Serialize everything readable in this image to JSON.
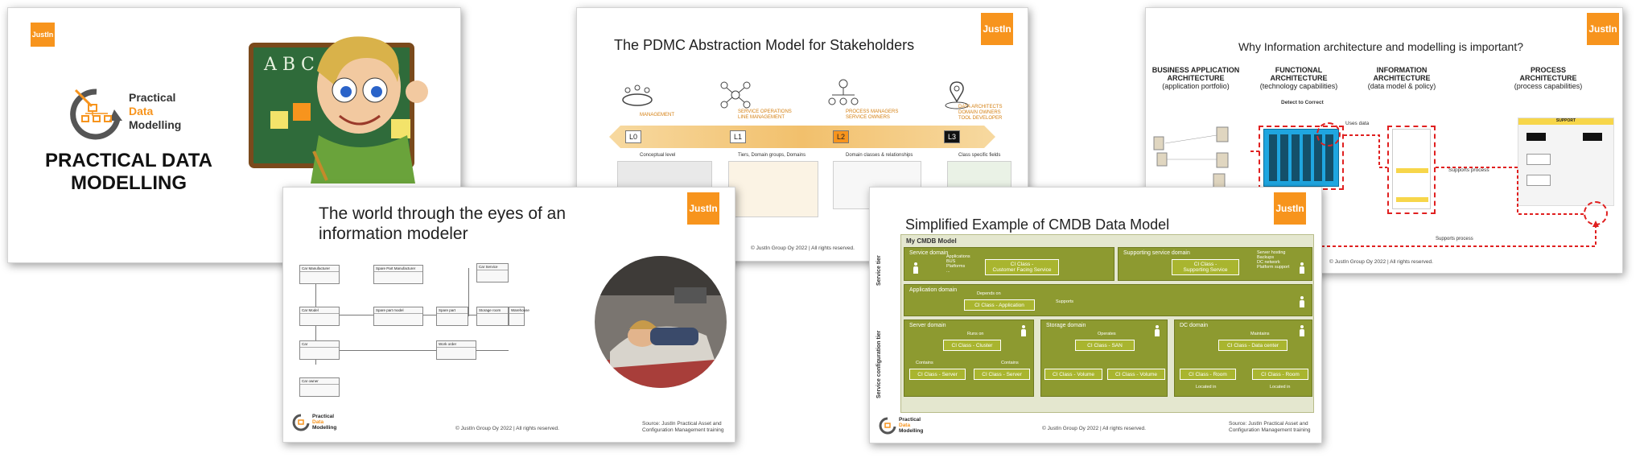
{
  "brand": {
    "logo_text": "JustIn",
    "accent": "#f7941d",
    "green": "#8d9a30"
  },
  "slide1": {
    "logo_lines": [
      "Practical",
      "Data",
      "Modelling"
    ],
    "title_lines": [
      "PRACTICAL DATA",
      "MODELLING"
    ],
    "illustration_letters": "A B C"
  },
  "slide2": {
    "title": "The PDMC Abstraction Model for Stakeholders",
    "levels": [
      {
        "label": "L0",
        "role": "MANAGEMENT",
        "desc": "Conceptual level"
      },
      {
        "label": "L1",
        "role": "SERVICE OPERATIONS\nLINE MANAGEMENT",
        "desc": "Tiers, Domain groups, Domains"
      },
      {
        "label": "L2",
        "role": "PROCESS MANAGERS\nSERVICE OWNERS",
        "desc": "Domain classes & relationships"
      },
      {
        "label": "L3",
        "role": "DATA ARCHITECTS\nDOMAIN OWNERS\nTOOL DEVELOPER",
        "desc": "Class specific fields"
      }
    ],
    "footer": "© JustIn Group Oy 2022 | All rights reserved."
  },
  "slide3": {
    "title": "Why Information architecture and modelling is important?",
    "columns": [
      {
        "head": "BUSINESS APPLICATION\nARCHITECTURE",
        "sub": "(application portfolio)"
      },
      {
        "head": "FUNCTIONAL\nARCHITECTURE",
        "sub": "(technology capabilities)"
      },
      {
        "head": "INFORMATION\nARCHITECTURE",
        "sub": "(data model & policy)"
      },
      {
        "head": "PROCESS\nARCHITECTURE",
        "sub": "(process capabilities)"
      }
    ],
    "detect_label": "Detect to Correct",
    "uses_data": "Uses data",
    "supports_process": "Supports process",
    "supports_process_bottom": "Supports process",
    "support_tag": "SUPPORT",
    "footer": "© JustIn Group Oy 2022 | All rights reserved."
  },
  "slide4": {
    "title_lines": [
      "The world through the eyes of an",
      "information modeler"
    ],
    "logo_lines": [
      "Practical",
      "Data",
      "Modelling"
    ],
    "footer": "© JustIn Group Oy 2022 | All rights reserved.",
    "source": "Source: JustIn Practical Asset and\nConfiguration Management training",
    "uml_boxes": [
      "Car Manufacturer",
      "Spare Part Manufacturer",
      "Car Model",
      "Spare part model",
      "Spare part",
      "Storage room",
      "Car Service",
      "Warehouse",
      "Car",
      "Work order",
      "Car owner"
    ]
  },
  "slide5": {
    "title": "Simplified Example of CMDB Data Model",
    "model_title": "My CMDB Model",
    "service_tier": "Service tier",
    "service_config_tier": "Service configuration tier",
    "service_domain": "Service domain",
    "service_items": [
      "Applications",
      "BUS",
      "Platforms",
      "..."
    ],
    "ci_customer": "CI Class -\nCustomer Facing Service",
    "supporting_domain": "Supporting service domain",
    "supporting_items": [
      "Server hosting",
      "Backups",
      "DC network",
      "Platform support"
    ],
    "ci_supporting": "CI Class -\nSupporting Service",
    "application_domain": "Application domain",
    "depends_on": "Depends on",
    "supports": "Supports",
    "ci_application": "CI Class - Application",
    "server_domain": "Server domain",
    "runs_on": "Runs on",
    "ci_cluster": "CI Class - Cluster",
    "contains1": "Contains",
    "contains2": "Contains",
    "ci_server1": "CI Class - Server",
    "ci_server2": "CI Class - Server",
    "storage_domain": "Storage domain",
    "operates": "Operates",
    "ci_san": "CI Class - SAN",
    "ci_volume1": "CI Class - Volume",
    "ci_volume2": "CI Class - Volume",
    "dc_domain": "DC domain",
    "maintains": "Maintains",
    "ci_dc": "CI Class - Data center",
    "ci_room1": "CI Class - Room",
    "ci_room2": "CI Class - Room",
    "located_in1": "Located in",
    "located_in2": "Located in",
    "logo_lines": [
      "Practical",
      "Data",
      "Modelling"
    ],
    "footer": "© JustIn Group Oy 2022 | All rights reserved.",
    "source": "Source: JustIn Practical Asset and\nConfiguration Management training"
  }
}
